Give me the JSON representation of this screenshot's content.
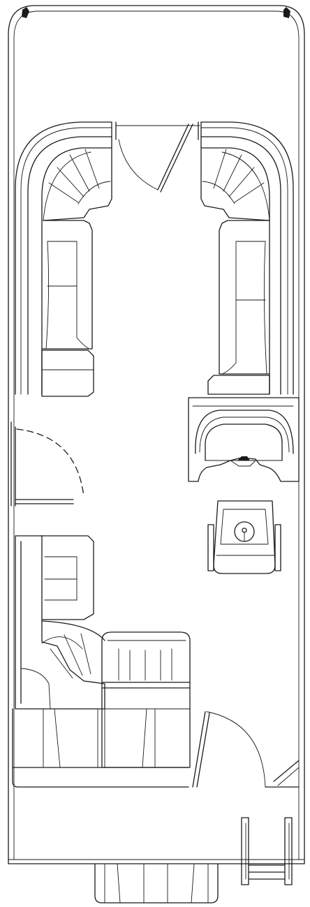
{
  "diagram": {
    "type": "boat-deck-layout",
    "colors": {
      "background": "#ffffff",
      "line": "#1a1a1a"
    },
    "components": [
      "hull-outline",
      "bow-cleat-left",
      "bow-cleat-right",
      "bow-lounge-left",
      "bow-lounge-right",
      "bow-gate-door",
      "side-gate-door",
      "helm-console",
      "captain-chair",
      "aft-lounge-left",
      "aft-chaise-lounge",
      "aft-bench",
      "aft-gate-door",
      "boarding-ladder",
      "swim-platform-step"
    ]
  }
}
